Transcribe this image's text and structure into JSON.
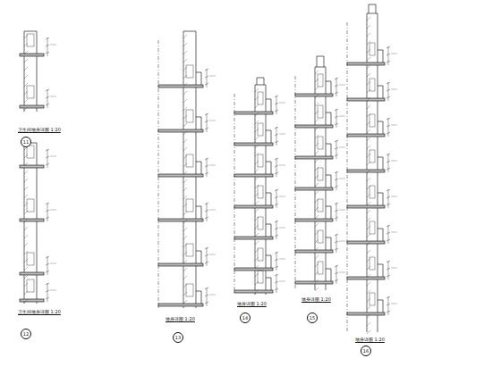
{
  "diagram": {
    "labels": [
      "卫生间墙身详图 1:20",
      "11",
      "卫生间墙身详图 1:20",
      "12",
      "墙身详图 1:20",
      "13",
      "墙身详图 1:20",
      "14",
      "墙身详图 1:20",
      "15",
      "墙身详图 1:20",
      "16"
    ]
  }
}
